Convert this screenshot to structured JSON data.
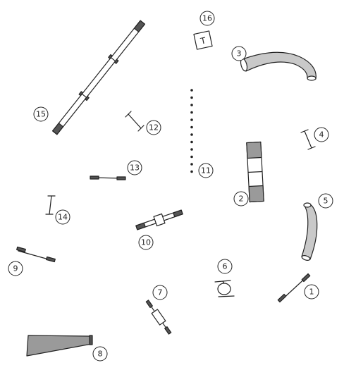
{
  "obstacles": [
    {
      "id": "1",
      "label": "1"
    },
    {
      "id": "2",
      "label": "2"
    },
    {
      "id": "3",
      "label": "3"
    },
    {
      "id": "4",
      "label": "4"
    },
    {
      "id": "5",
      "label": "5"
    },
    {
      "id": "6",
      "label": "6"
    },
    {
      "id": "7",
      "label": "7"
    },
    {
      "id": "8",
      "label": "8"
    },
    {
      "id": "9",
      "label": "9"
    },
    {
      "id": "10",
      "label": "10"
    },
    {
      "id": "11",
      "label": "11"
    },
    {
      "id": "12",
      "label": "12"
    },
    {
      "id": "13",
      "label": "13"
    },
    {
      "id": "14",
      "label": "14"
    },
    {
      "id": "15",
      "label": "15"
    },
    {
      "id": "16",
      "label": "16"
    }
  ],
  "table_glyph": "T",
  "colors": {
    "ink": "#222222",
    "shade": "#9a9a9a",
    "tube": "#c9c9c9",
    "background": "#ffffff"
  }
}
